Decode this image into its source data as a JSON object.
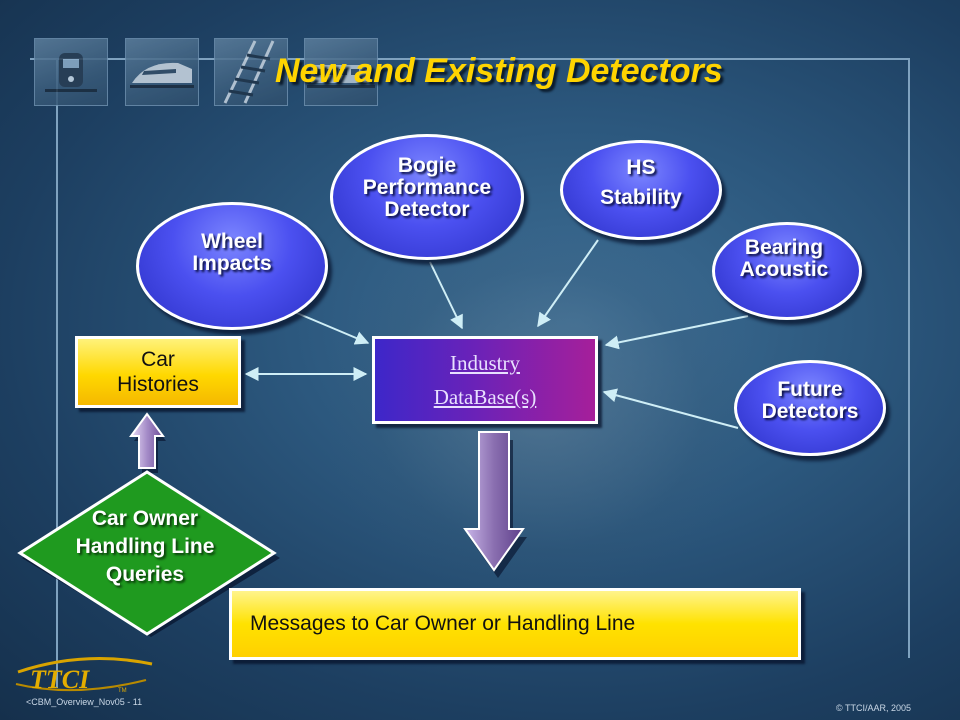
{
  "title": "New and Existing Detectors",
  "detectors": {
    "wheel_impacts": "Wheel\nImpacts",
    "bogie": "Bogie\nPerformance\nDetector",
    "hs_stability": "HS\nStability",
    "bearing": "Bearing\nAcoustic",
    "future": "Future\nDetectors"
  },
  "car_histories": "Car\nHistories",
  "database": {
    "line1": "Industry",
    "line2": "DataBase(s)"
  },
  "car_owner_queries": "Car Owner\nHandling Line\nQueries",
  "messages": "Messages to Car Owner or Handling Line",
  "footer": {
    "left": "<CBM_Overview_Nov05 - 11",
    "right": "© TTCI/AAR, 2005",
    "logo_text": "TTCI",
    "tm": "TM"
  },
  "colors": {
    "title": "#ffd400",
    "ellipse": "#4b50f0",
    "yellow_box": "#ffd800",
    "database": "#6a22b8",
    "diamond": "#1f9a1f",
    "arrow": "#8a6fb0"
  },
  "icons": [
    "train-front-thumbnail",
    "high-speed-train-thumbnail",
    "rail-track-thumbnail",
    "train-side-thumbnail"
  ]
}
